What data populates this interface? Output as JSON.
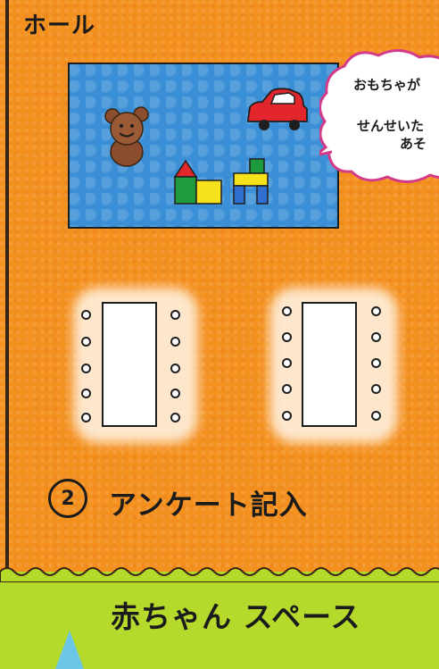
{
  "hall": {
    "title": "ホール"
  },
  "play_area": {
    "bubble_lines": [
      "おもちゃが",
      "せんせいた",
      "あそ"
    ]
  },
  "survey": {
    "step_number": "2",
    "label": "アンケート記入"
  },
  "baby_space": {
    "label": "赤ちゃん スペース"
  },
  "colors": {
    "floor": "#f4901e",
    "rug": "#3b8fd6",
    "baby_area": "#b5da2c",
    "bubble_border": "#d43a8a",
    "car": "#e2262c"
  }
}
